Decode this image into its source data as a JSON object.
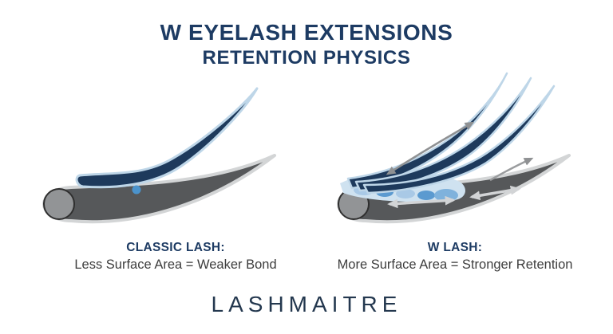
{
  "title": {
    "line1": "W EYELASH EXTENSIONS",
    "line2": "RETENTION PHYSICS"
  },
  "classic": {
    "heading": "CLASSIC LASH:",
    "description": "Less Surface Area = Weaker Bond"
  },
  "w_lash": {
    "heading": "W LASH:",
    "description": "More Surface Area = Stronger Retention"
  },
  "brand": "LASHMAITRE",
  "colors": {
    "heading_navy": "#1d3b63",
    "body_text": "#3d3d3d",
    "natural_lash_fill": "#56585a",
    "natural_lash_outline": "#d3d5d6",
    "lash_root_fill": "#929496",
    "extension_fill": "#1e3a5c",
    "extension_outline": "#bed6e8",
    "adhesive_dot_blue": "#4b93cc",
    "adhesive_light_blue": "#a9c9e6",
    "adhesive_mid_blue": "#5b9ad0",
    "arrow_gray": "#8f9193",
    "arrow_light_gray": "#d2d4d6",
    "brand_navy": "#24384f",
    "background": "#ffffff"
  }
}
